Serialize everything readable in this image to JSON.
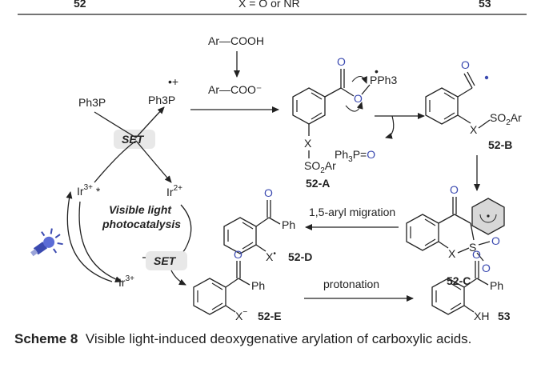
{
  "top_fragment": {
    "left": "52",
    "middle": "X = O or NR",
    "right": "53"
  },
  "cycle": {
    "ph3p": "Ph3P",
    "ph3p_radical_cation": "Ph3P",
    "set_top": "SET",
    "set_bottom": "SET",
    "ir_excited": "Ir3+ *",
    "ir2": "Ir2+",
    "ir3": "Ir3+",
    "center_line1": "Visible light",
    "center_line2": "photocatalysis"
  },
  "reagents": {
    "acid": "Ar—COOH",
    "carboxylate": "Ar—COO⁻",
    "ph3po": "Ph3P=O"
  },
  "compounds": {
    "52A": "52-A",
    "52B": "52-B",
    "52C": "52-C",
    "52D": "52-D",
    "52E": "52-E",
    "53": "53"
  },
  "arrows": {
    "migration": "1,5-aryl migration",
    "protonation": "protonation"
  },
  "atoms": {
    "O": "O",
    "X": "X",
    "Ph": "Ph",
    "PPh3": "PPh3",
    "SO2Ar": "SO2Ar",
    "S": "S",
    "XH": "XH"
  },
  "caption": {
    "label": "Scheme 8",
    "text": "Visible light-induced deoxygenative arylation of carboxylic acids."
  },
  "colors": {
    "oxygen_blue": "#3b4ab0",
    "set_box": "#e8e8e8",
    "text": "#222222"
  }
}
